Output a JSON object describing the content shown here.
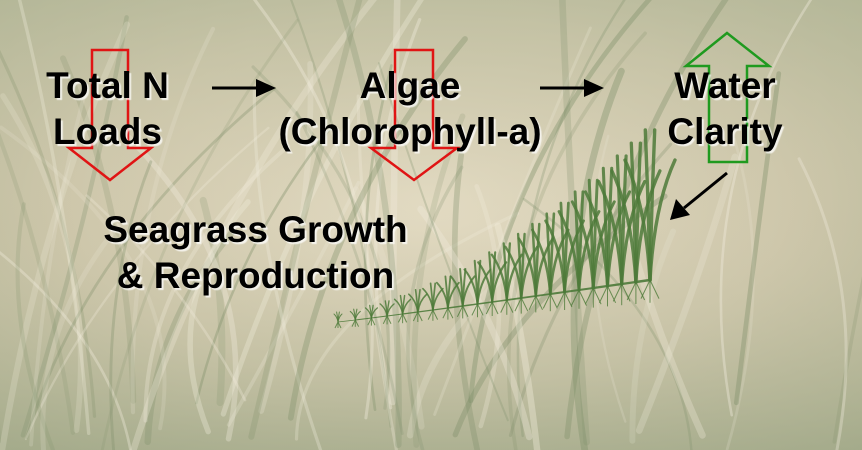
{
  "nodes": {
    "total_n": {
      "line1": "Total  N",
      "line2": "Loads",
      "trend": "decrease"
    },
    "algae": {
      "line1": "Algae",
      "line2": "(Chlorophyll-a)",
      "trend": "decrease"
    },
    "water_clarity": {
      "line1": "Water",
      "line2": "Clarity",
      "trend": "increase"
    },
    "seagrass": {
      "line1": "Seagrass Growth",
      "line2": "& Reproduction"
    }
  },
  "colors": {
    "decrease_arrow": "#e01414",
    "increase_arrow": "#1f9a1f",
    "flow_arrow": "#000000",
    "seagrass_plant": "#4d7a3a",
    "background": "#c9c4a8"
  },
  "icons": {
    "decrease": "down-arrow-outline-icon",
    "increase": "up-arrow-outline-icon",
    "flow": "right-arrow-icon",
    "seagrass": "seagrass-shoots-illustration"
  }
}
